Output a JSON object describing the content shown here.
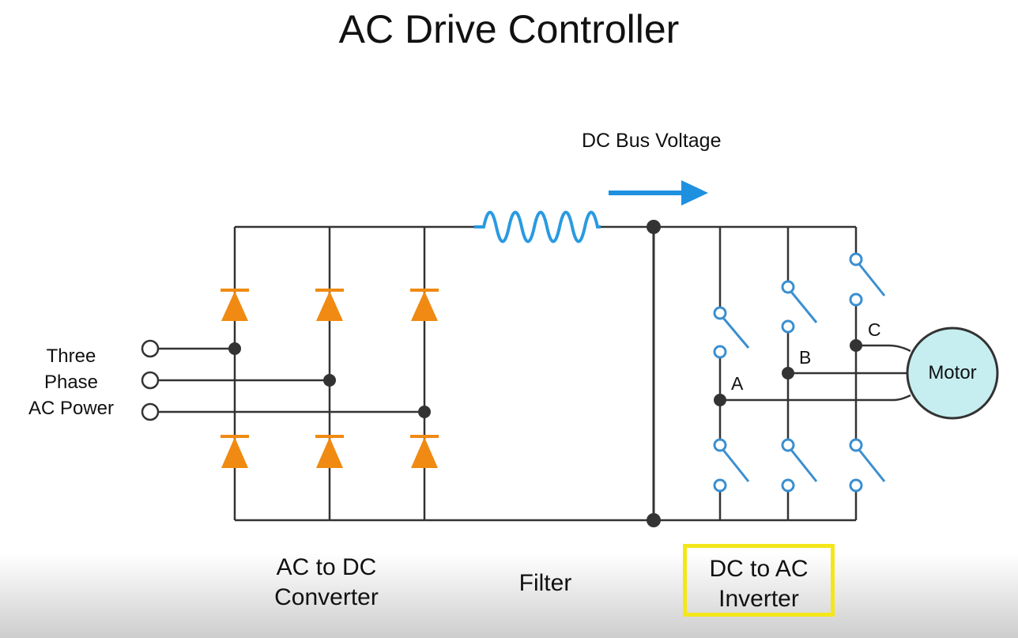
{
  "title": "AC Drive Controller",
  "source": {
    "line1": "Three",
    "line2": "Phase",
    "line3": "AC Power"
  },
  "dc_bus_label": "DC Bus Voltage",
  "phases": {
    "a": "A",
    "b": "B",
    "c": "C"
  },
  "motor_label": "Motor",
  "sections": {
    "converter": {
      "line1": "AC to DC",
      "line2": "Converter"
    },
    "filter": "Filter",
    "inverter": {
      "line1": "DC to AC",
      "line2": "Inverter"
    }
  },
  "colors": {
    "wire": "#333333",
    "diode": "#f08a12",
    "switch": "#3a8fd0",
    "inductor": "#2a9ae0",
    "arrow": "#1e90e0",
    "motor_fill": "#c6eef0",
    "highlight": "#f5e61a"
  }
}
